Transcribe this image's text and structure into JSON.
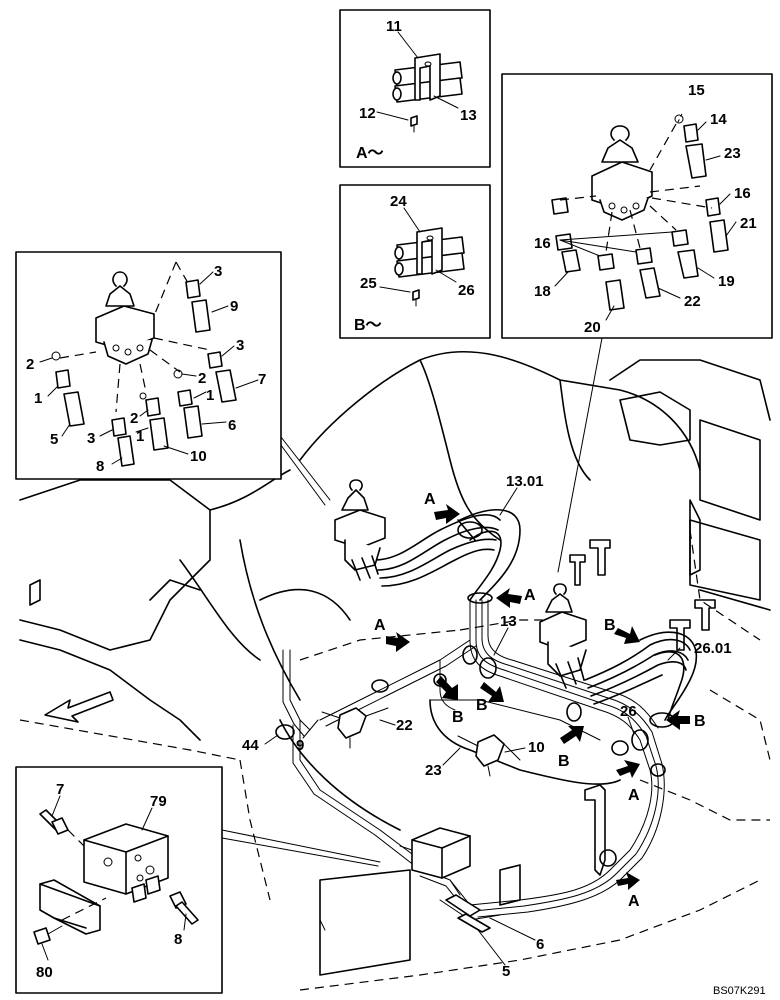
{
  "diagram": {
    "code": "BS07K291",
    "callouts": {
      "n1": "1",
      "n2": "2",
      "n3": "3",
      "n5": "5",
      "n6": "6",
      "n7": "7",
      "n8": "8",
      "n9": "9",
      "n10": "10",
      "n11": "11",
      "n12": "12",
      "n13": "13",
      "n13_01": "13.01",
      "n14": "14",
      "n15": "15",
      "n16": "16",
      "n18": "18",
      "n19": "19",
      "n20": "20",
      "n21": "21",
      "n22": "22",
      "n23": "23",
      "n24": "24",
      "n25": "25",
      "n26": "26",
      "n26_01": "26.01",
      "n44": "44",
      "n79": "79",
      "n80": "80"
    },
    "view_letters": {
      "a": "A",
      "b": "B"
    },
    "inset_labels": {
      "a": "A～",
      "b": "B～"
    }
  }
}
